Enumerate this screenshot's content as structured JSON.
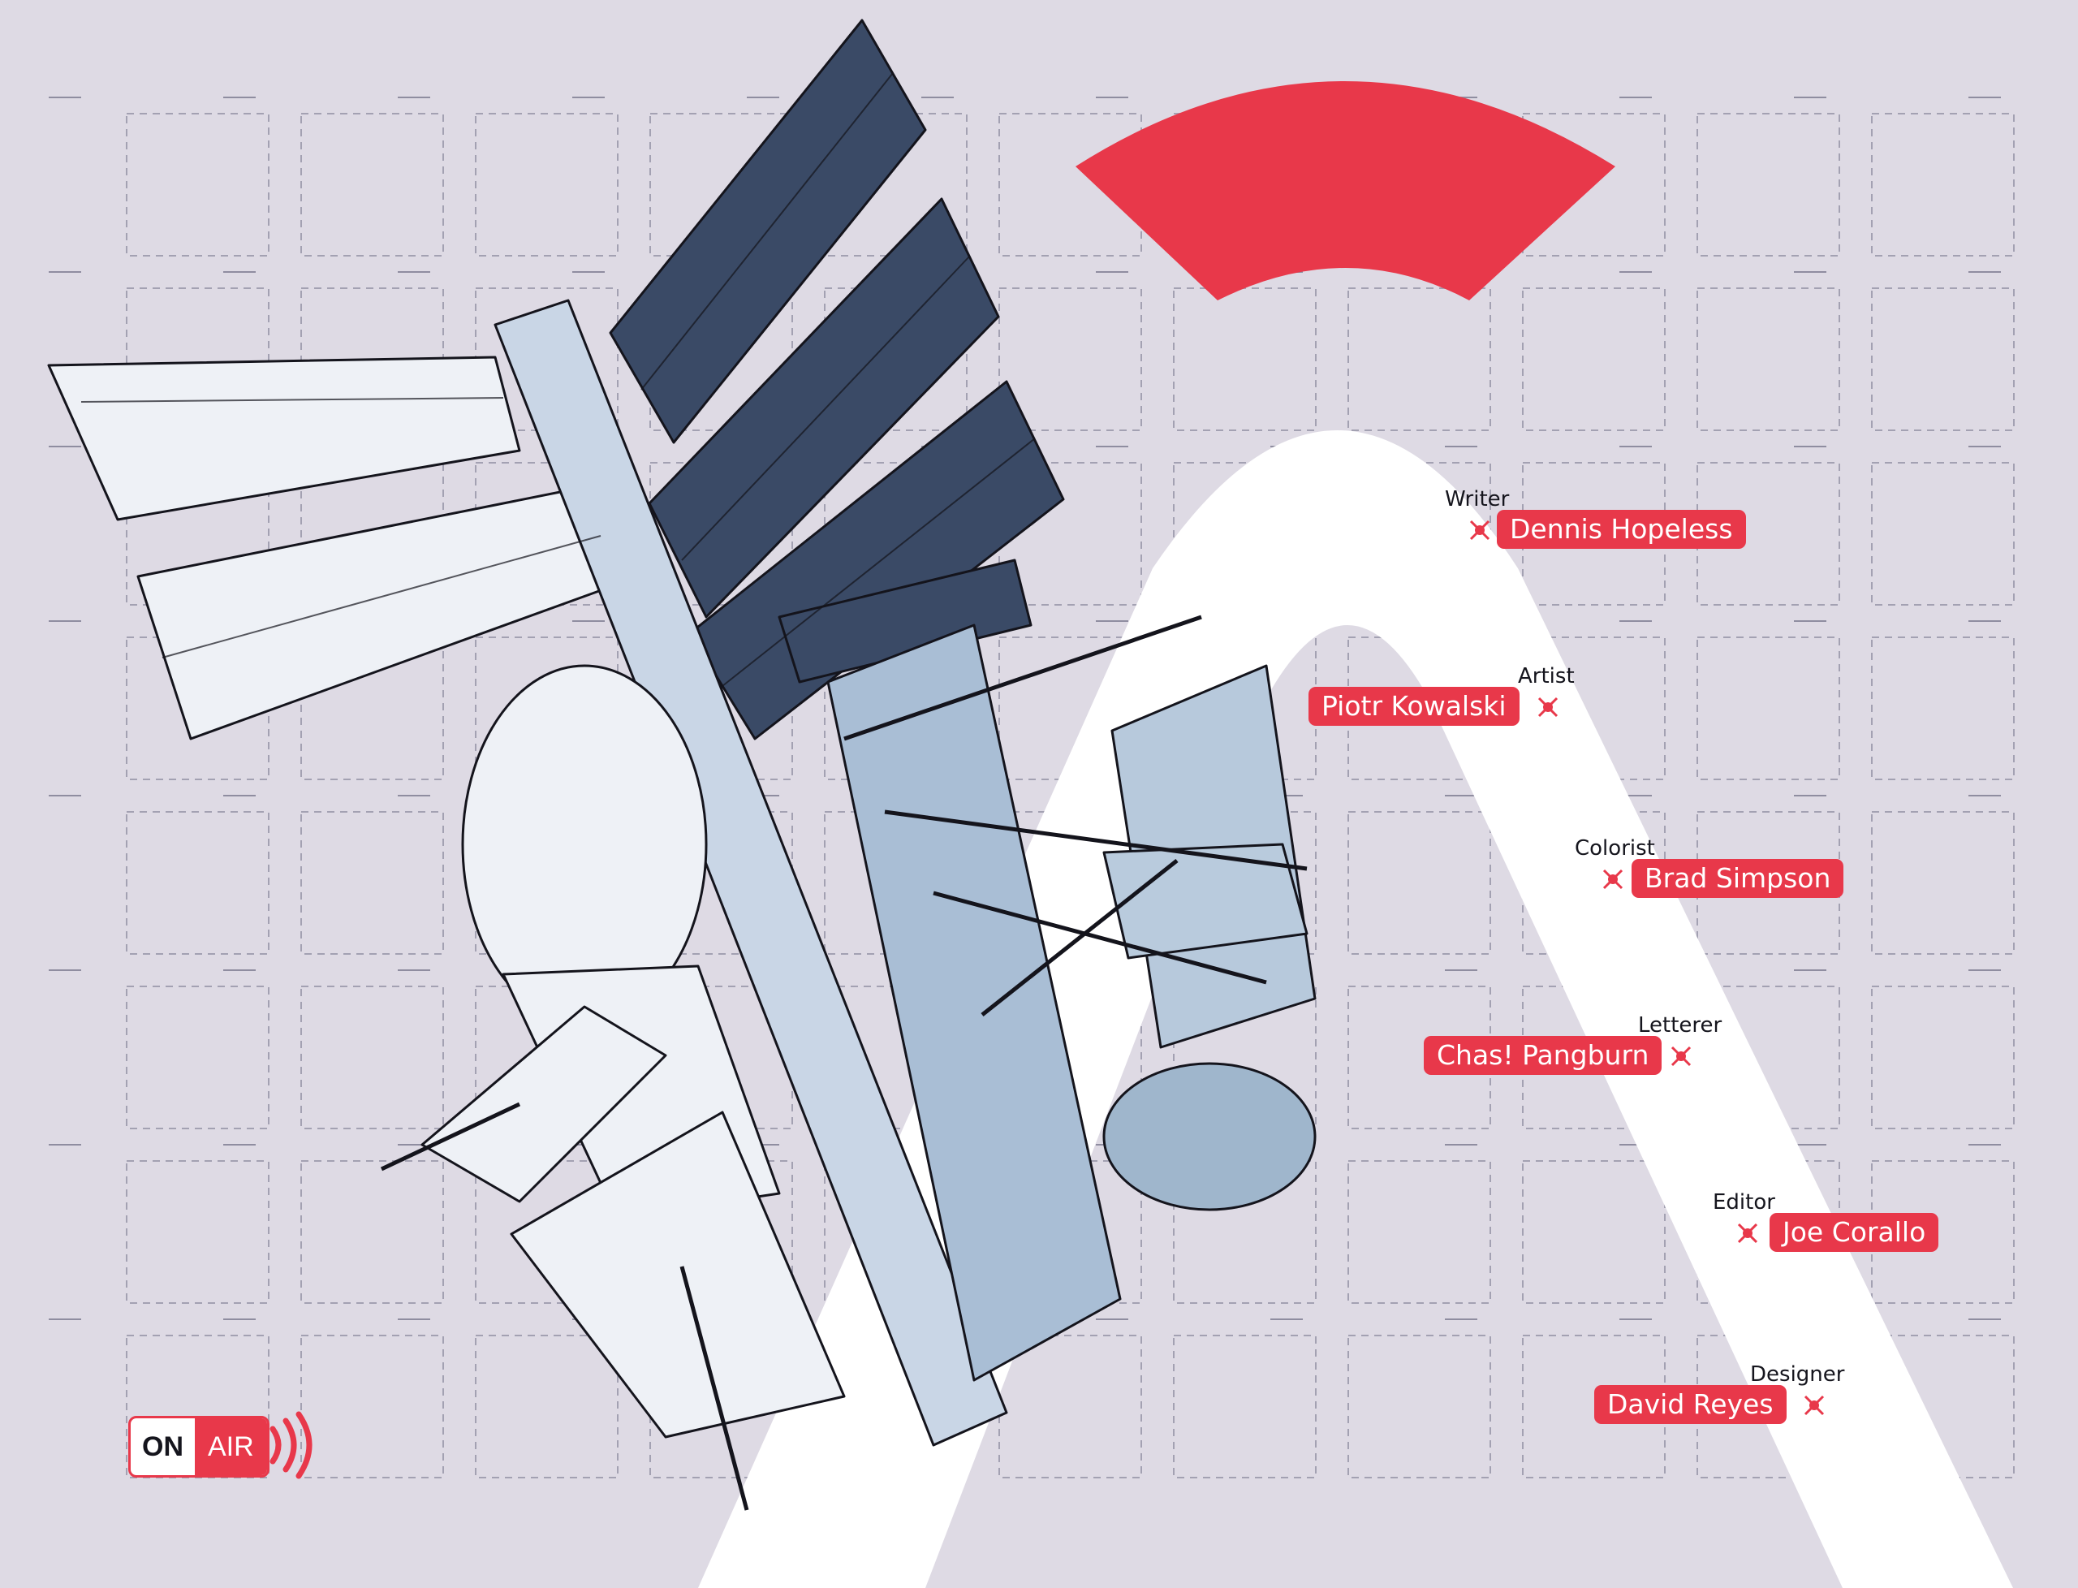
{
  "colors": {
    "background": "#dedae4",
    "accent": "#e8384a",
    "arch": "#ffffff",
    "grid_line": "#9a98a8",
    "station_panel": "#3a4a66",
    "station_hull": "#c9d6e6"
  },
  "credits": [
    {
      "role": "Writer",
      "name": "Dennis Hopeless"
    },
    {
      "role": "Artist",
      "name": "Piotr Kowalski"
    },
    {
      "role": "Colorist",
      "name": "Brad Simpson"
    },
    {
      "role": "Letterer",
      "name": "Chas! Pangburn"
    },
    {
      "role": "Editor",
      "name": "Joe Corallo"
    },
    {
      "role": "Designer",
      "name": "David Reyes"
    }
  ],
  "badge": {
    "on": "ON",
    "air": "AIR",
    "icon": "broadcast-waves-icon"
  },
  "illustration": {
    "subject": "space-station",
    "icon": "space-station-illustration"
  }
}
